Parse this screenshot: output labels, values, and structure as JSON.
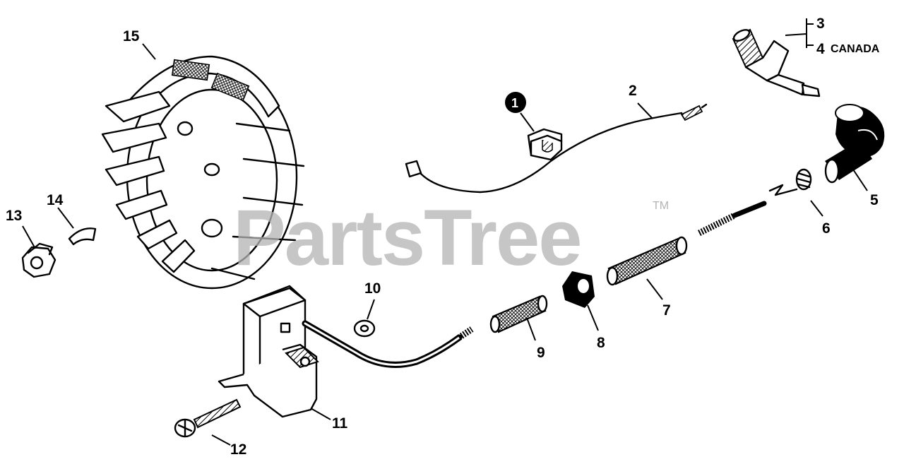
{
  "watermark": {
    "text": "PartsTree",
    "tm": "TM"
  },
  "callouts": {
    "p1": "1",
    "p2": "2",
    "p3": "3",
    "p4": "4",
    "p4_note": "CANADA",
    "p5": "5",
    "p6": "6",
    "p7": "7",
    "p8": "8",
    "p9": "9",
    "p10": "10",
    "p11": "11",
    "p12": "12",
    "p13": "13",
    "p14": "14",
    "p15": "15"
  }
}
